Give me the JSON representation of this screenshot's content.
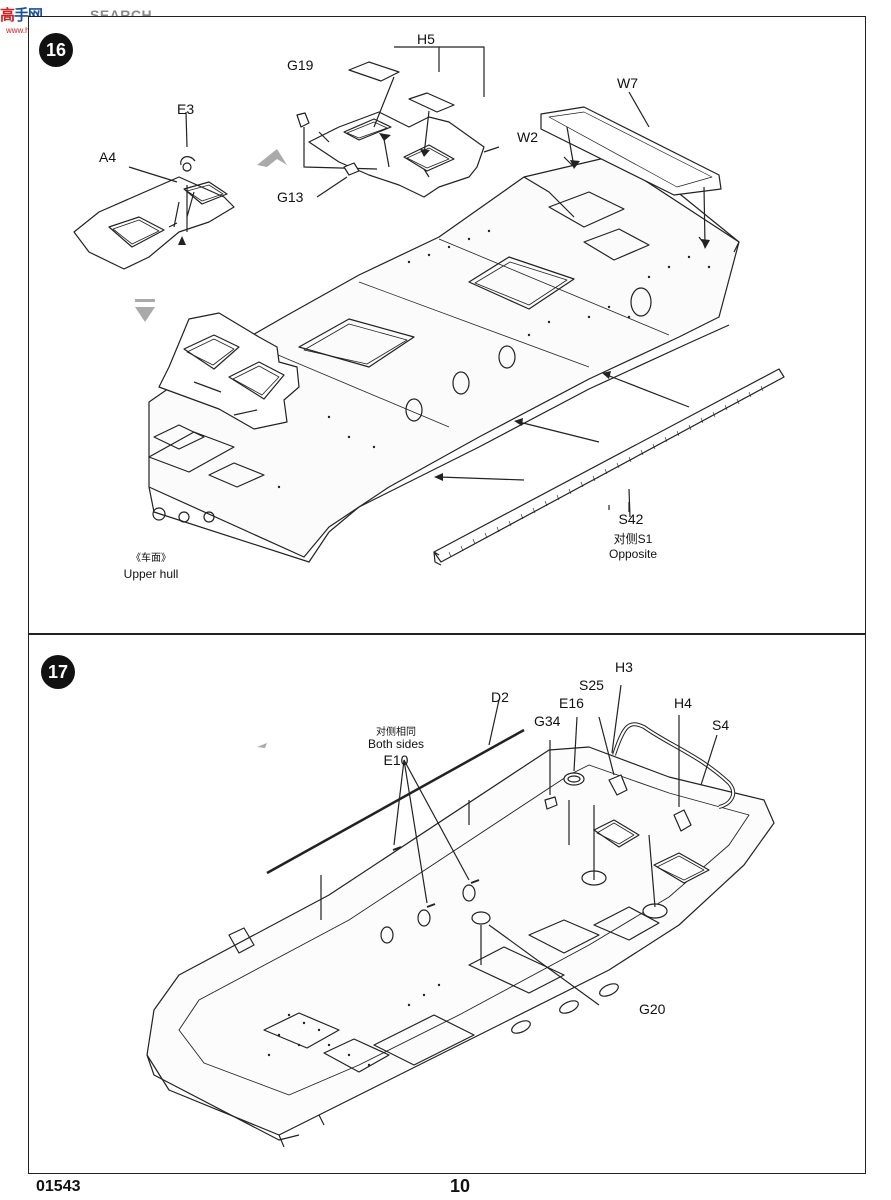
{
  "watermark": {
    "logo_left": "高",
    "logo_mid": "手网",
    "search": "SEARCH",
    "url": "www.hobbyhs.com"
  },
  "step16": {
    "number": "16",
    "labels": {
      "H5": "H5",
      "G19": "G19",
      "W7": "W7",
      "E3": "E3",
      "W2": "W2",
      "A4": "A4",
      "G13": "G13",
      "S42": "S42",
      "opposite_cn": "对侧S1",
      "opposite_en": "Opposite",
      "upper_hull_cn": "《车面》",
      "upper_hull_en": "Upper hull"
    }
  },
  "step17": {
    "number": "17",
    "labels": {
      "H3": "H3",
      "S25": "S25",
      "D2": "D2",
      "E16": "E16",
      "H4": "H4",
      "G34": "G34",
      "S4": "S4",
      "both_sides_cn": "对侧相同",
      "both_sides_en": "Both sides",
      "E10": "E10",
      "G20": "G20"
    }
  },
  "footer": {
    "code": "01543",
    "page": "10"
  }
}
